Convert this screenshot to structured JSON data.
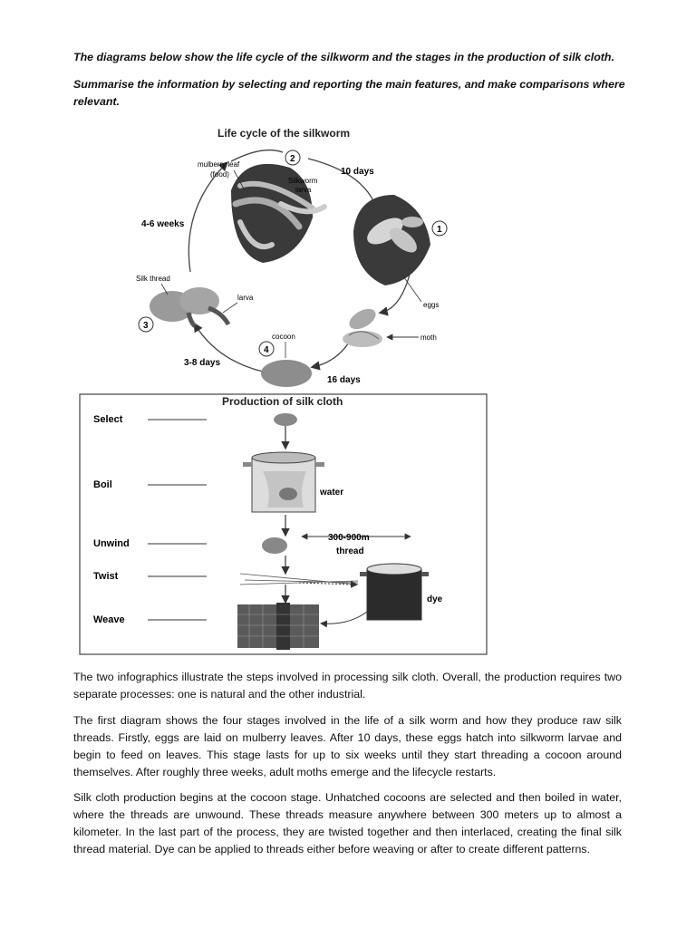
{
  "task": {
    "line1": "The diagrams below show the life cycle of the silkworm and the stages in the production of silk cloth.",
    "line2a": "Summarise the information by selecting and reporting the main features, and make comparisons where",
    "line2b": "relevant."
  },
  "lifecycle": {
    "title": "Life cycle of the silkworm",
    "stage_numbers": [
      "1",
      "2",
      "3",
      "4"
    ],
    "labels": {
      "mulberry_leaf": "mulberry leaf",
      "food": "(food)",
      "silkworm": "Silkworm",
      "larva": "larva",
      "ten_days": "10 days",
      "four_six_weeks": "4-6 weeks",
      "silk_thread": "Silk thread",
      "larva2": "larva",
      "eggs": "eggs",
      "moth": "moth",
      "cocoon": "cocoon",
      "three_eight_days": "3-8 days",
      "sixteen_days": "16 days"
    }
  },
  "production": {
    "title": "Production of silk cloth",
    "steps": [
      "Select",
      "Boil",
      "Unwind",
      "Twist",
      "Weave"
    ],
    "water": "water",
    "length": "300-900m",
    "thread": "thread",
    "dye": "dye"
  },
  "essay": {
    "p1": "The two infographics illustrate the steps involved in processing silk cloth. Overall, the production requires two separate processes: one is natural and the other industrial.",
    "p2": "The first diagram shows the four stages involved in the life of a silk worm and how they produce raw silk threads. Firstly, eggs are laid on mulberry leaves. After 10 days, these eggs hatch into silkworm larvae and begin to feed on leaves. This stage lasts for up to six weeks until they start threading a cocoon around themselves. After roughly three weeks, adult moths emerge and the lifecycle restarts.",
    "p3": "Silk cloth production begins at the cocoon stage. Unhatched cocoons are selected and then boiled in water, where the threads are unwound. These threads measure anywhere between 300 meters up to almost a kilometer. In the last part of the process, they are twisted together and then interlaced, creating the final silk thread material. Dye can be applied to threads either before weaving or after to create different patterns."
  }
}
